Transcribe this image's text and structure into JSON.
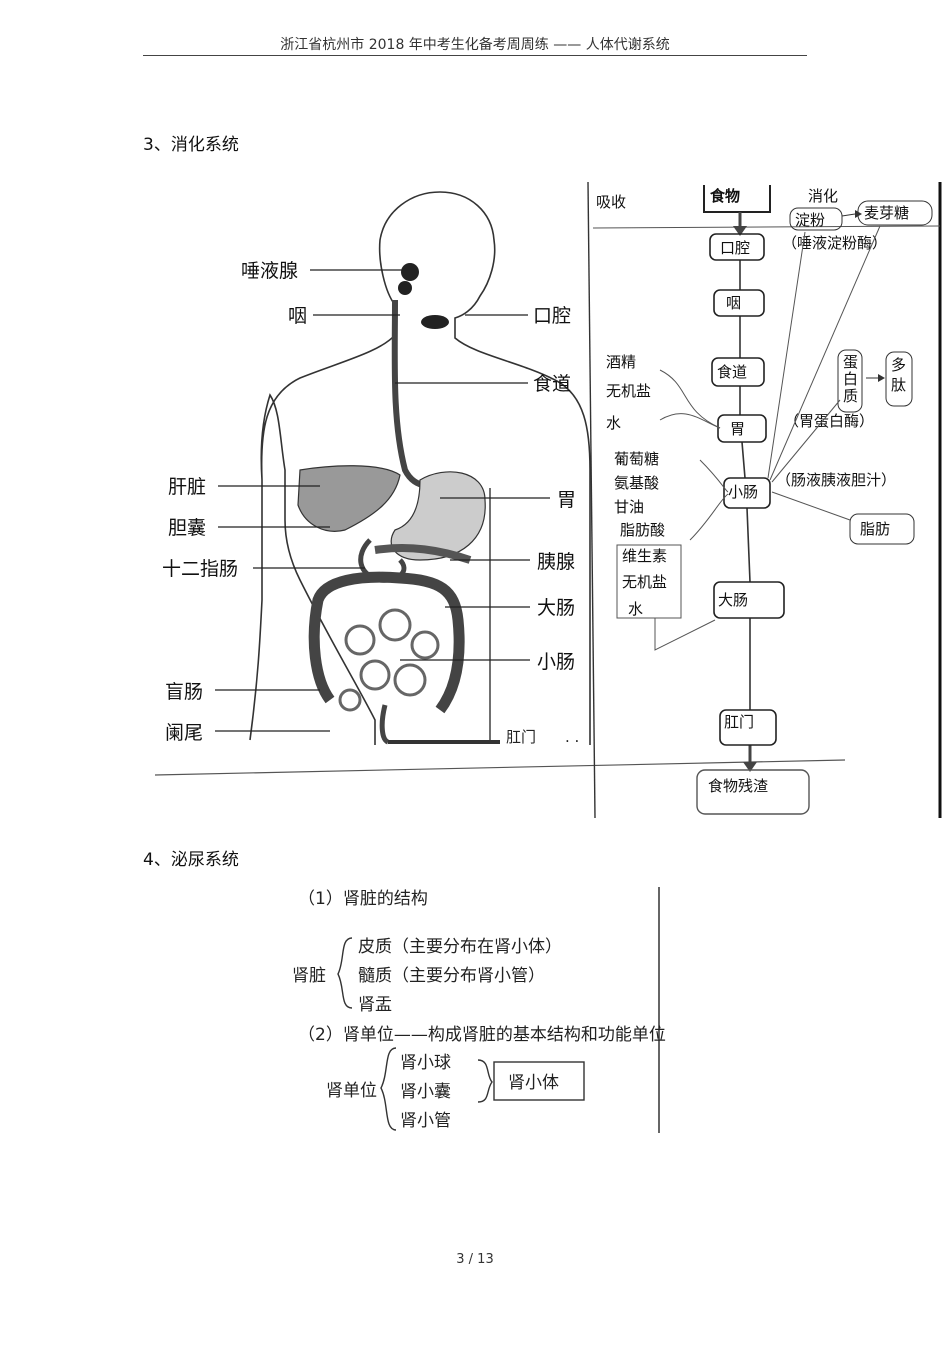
{
  "header": {
    "text": "浙江省杭州市    2018 年中考生化备考周周练     —— 人体代谢系统"
  },
  "section3": {
    "title": "3、消化系统",
    "anatomy_labels": {
      "salivary": "唾液腺",
      "pharynx": "咽",
      "mouth": "口腔",
      "esophagus": "食道",
      "liver": "肝脏",
      "stomach": "胃",
      "gallbladder": "胆囊",
      "duodenum": "十二指肠",
      "pancreas": "胰腺",
      "large_intestine": "大肠",
      "small_intestine": "小肠",
      "cecum": "盲肠",
      "appendix": "阑尾",
      "anus": "肛门"
    },
    "flow": {
      "absorb": "吸收",
      "digest": "消化",
      "food": "食物",
      "starch": "淀粉",
      "maltose": "麦芽糖",
      "saliva_amylase": "（唾液淀粉酶）",
      "mouth": "口腔",
      "pharynx": "咽",
      "esophagus": "食道",
      "stomach": "胃",
      "small_intestine": "小肠",
      "large_intestine": "大肠",
      "anus": "肛门",
      "residue": "食物残渣",
      "protein": "蛋白质",
      "peptide": "多肽",
      "pepsin": "（胃蛋白酶）",
      "juices": "（肠液胰液胆汁）",
      "fat": "脂肪",
      "alcohol": "酒精",
      "salts": "无机盐",
      "water": "水",
      "glucose": "葡萄糖",
      "amino_acid": "氨基酸",
      "glycerol": "甘油",
      "fatty_acid": "脂肪酸",
      "vitamin": "维生素",
      "salts2": "无机盐",
      "water2": "水"
    }
  },
  "section4": {
    "title": "4、泌尿系统",
    "kidney_struct": {
      "heading": "（1）肾脏的结构",
      "root": "肾脏",
      "items": [
        "皮质（主要分布在肾小体）",
        "髓质（主要分布肾小管）",
        "肾盂"
      ]
    },
    "nephron": {
      "heading": "（2）肾单位——构成肾脏的基本结构和功能单位",
      "root": "肾单位",
      "items": [
        "肾小球",
        "肾小囊",
        "肾小管"
      ],
      "box": "肾小体"
    }
  },
  "page_number": "3 / 13"
}
